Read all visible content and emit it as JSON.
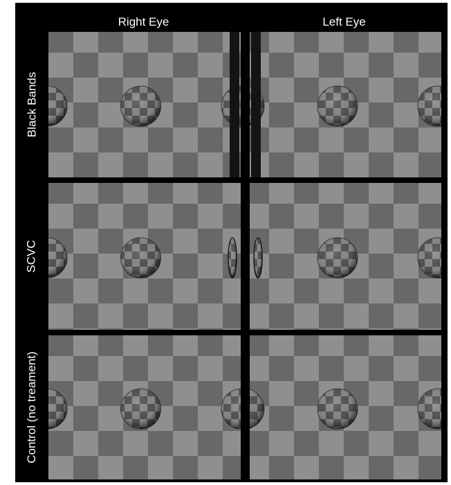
{
  "figure": {
    "columns": [
      {
        "label": "Right Eye"
      },
      {
        "label": "Left Eye"
      }
    ],
    "rows": [
      {
        "label": "Black Bands",
        "treatment": "black-bands"
      },
      {
        "label": "SCVC",
        "treatment": "scvc"
      },
      {
        "label": "Control (no treament)",
        "treatment": "control"
      }
    ]
  },
  "colors": {
    "frame": "#000000",
    "checker_light": "#8f8f8f",
    "checker_dark": "#686868",
    "sphere_light": "#8a8a8a",
    "sphere_dark": "#555555",
    "black_band": "#141414",
    "label_text": "#ffffff"
  }
}
